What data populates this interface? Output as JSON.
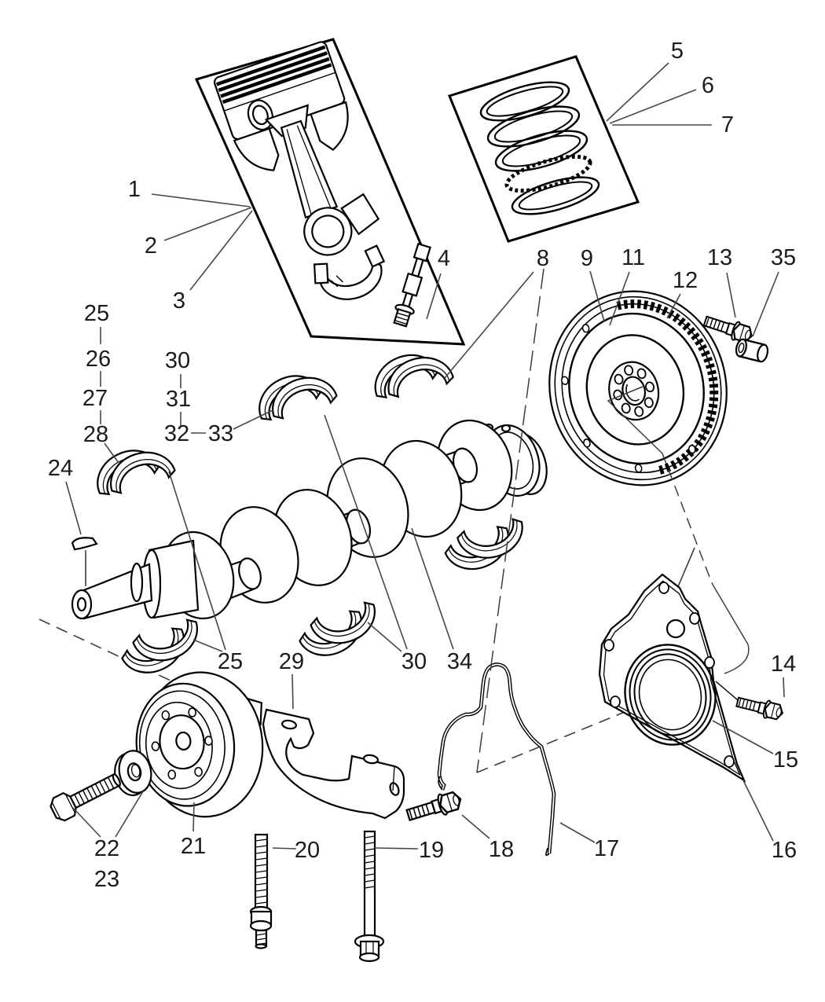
{
  "figure": {
    "kind": "exploded-parts-diagram",
    "subject": "Engine crankshaft, piston, bearings, flywheel and seal retainer exploded view",
    "background_color": "#ffffff",
    "line_color": "#000000",
    "callout_color": "#1c1c1c"
  },
  "callouts": [
    {
      "label": "1"
    },
    {
      "label": "2"
    },
    {
      "label": "3"
    },
    {
      "label": "4"
    },
    {
      "label": "5"
    },
    {
      "label": "6"
    },
    {
      "label": "7"
    },
    {
      "label": "8"
    },
    {
      "label": "9"
    },
    {
      "label": "11"
    },
    {
      "label": "12"
    },
    {
      "label": "13"
    },
    {
      "label": "35"
    },
    {
      "label": "25"
    },
    {
      "label": "26"
    },
    {
      "label": "27"
    },
    {
      "label": "28"
    },
    {
      "label": "30"
    },
    {
      "label": "31"
    },
    {
      "label": "32"
    },
    {
      "label": "33"
    },
    {
      "label": "24"
    },
    {
      "label": "25"
    },
    {
      "label": "29"
    },
    {
      "label": "30"
    },
    {
      "label": "34"
    },
    {
      "label": "14"
    },
    {
      "label": "15"
    },
    {
      "label": "16"
    },
    {
      "label": "17"
    },
    {
      "label": "18"
    },
    {
      "label": "19"
    },
    {
      "label": "20"
    },
    {
      "label": "21"
    },
    {
      "label": "22"
    },
    {
      "label": "23"
    }
  ]
}
